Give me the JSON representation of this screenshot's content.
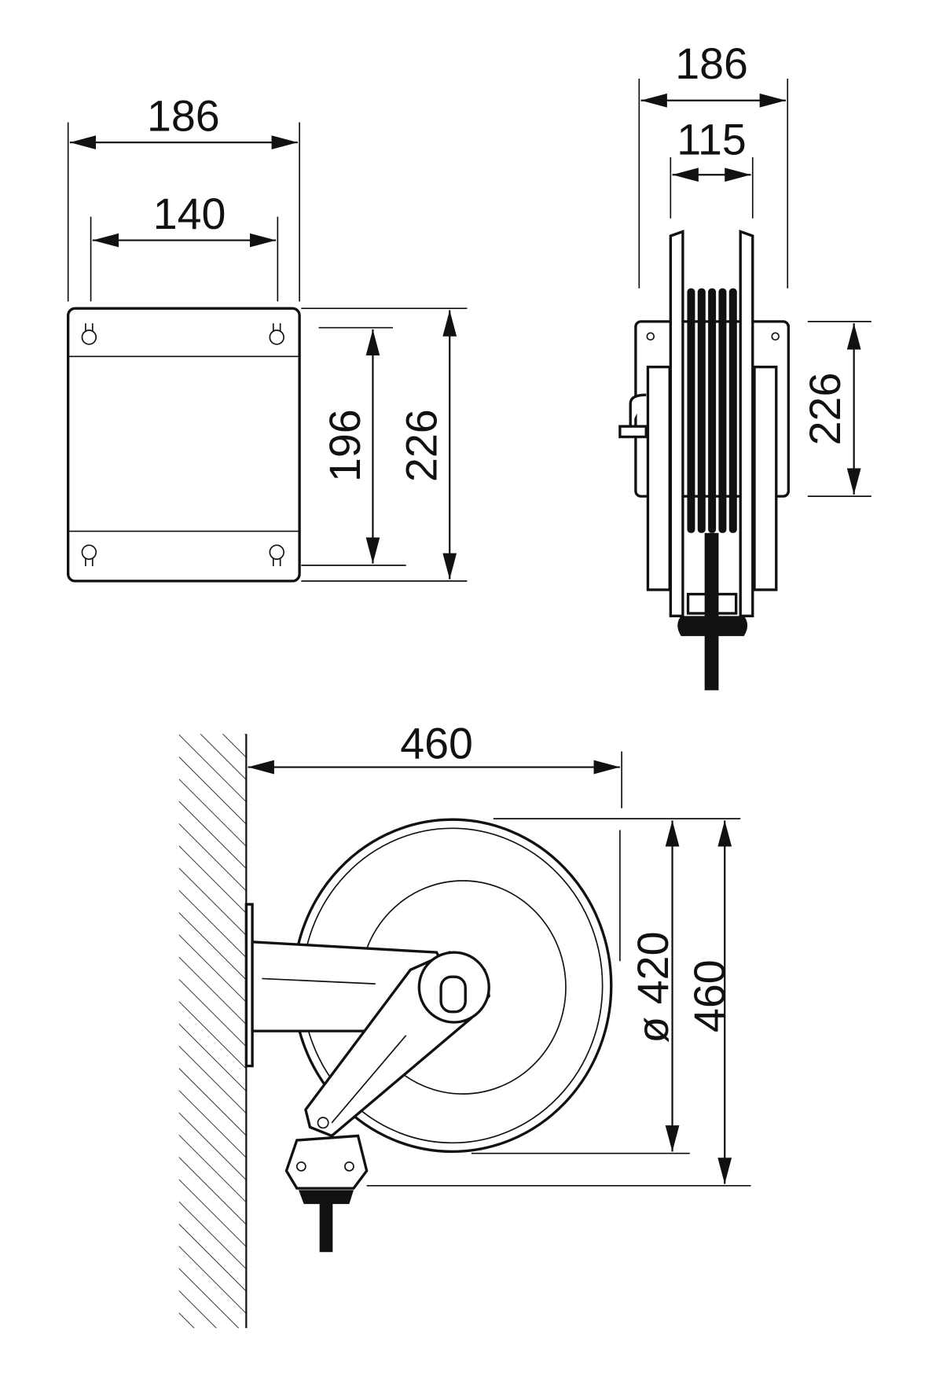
{
  "title": "Hose reel dimension drawing",
  "front_view": {
    "overall_width": "186",
    "hole_spacing_width": "140",
    "hole_spacing_height": "196",
    "overall_height": "226"
  },
  "side_view": {
    "overall_width": "186",
    "drum_width": "115",
    "plate_height": "226"
  },
  "profile_view": {
    "wall_projection": "460",
    "drum_diameter": "ø 420",
    "overall_height": "460"
  },
  "colors": {
    "line": "#111111",
    "background": "#ffffff"
  }
}
